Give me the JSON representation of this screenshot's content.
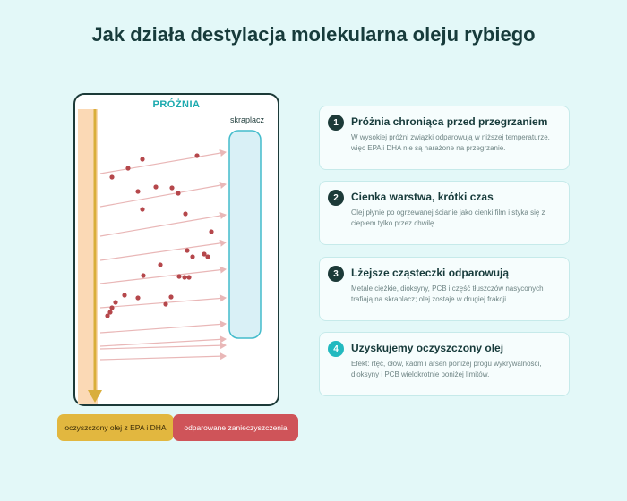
{
  "title": "Jak działa destylacja molekularna oleju rybiego",
  "diagram": {
    "vacuum_label": "PRÓŻNIA",
    "condenser_label": "skraplacz",
    "colors": {
      "oil_film": "#fbd9b5",
      "oil_arrow": "#d9ae3b",
      "vapor_arrow": "#e9b7b7",
      "particle": "#b5474b",
      "condenser": "#d9f0f6",
      "condenser_border": "#44bccc",
      "chamber_border": "#1c3a38"
    }
  },
  "outputs": {
    "oil_label": "oczyszczony olej z EPA i DHA",
    "impurities_label": "odparowane zanieczyszczenia"
  },
  "steps": [
    {
      "number": "1",
      "title": "Próżnia chroniąca przed przegrzaniem",
      "text": "W wysokiej próżni związki odparowują w niższej temperaturze, więc EPA i DHA nie są narażone na przegrzanie.",
      "color": "#1c3a38"
    },
    {
      "number": "2",
      "title": "Cienka warstwa, krótki czas",
      "text": "Olej płynie po ogrzewanej ścianie jako cienki film i styka się z ciepłem tylko przez chwilę.",
      "color": "#1c3a38"
    },
    {
      "number": "3",
      "title": "Lżejsze cząsteczki odparowują",
      "text": "Metale ciężkie, dioksyny, PCB i część tłuszczów nasyconych trafiają na skraplacz; olej zostaje w drugiej frakcji.",
      "color": "#1c3a38"
    },
    {
      "number": "4",
      "title": "Uzyskujemy oczyszczony olej",
      "text": "Efekt: rtęć, ołów, kadm i arsen poniżej progu wykrywalności, dioksyny i PCB wielokrotnie poniżej limitów.",
      "color": "#22b9bf"
    }
  ]
}
